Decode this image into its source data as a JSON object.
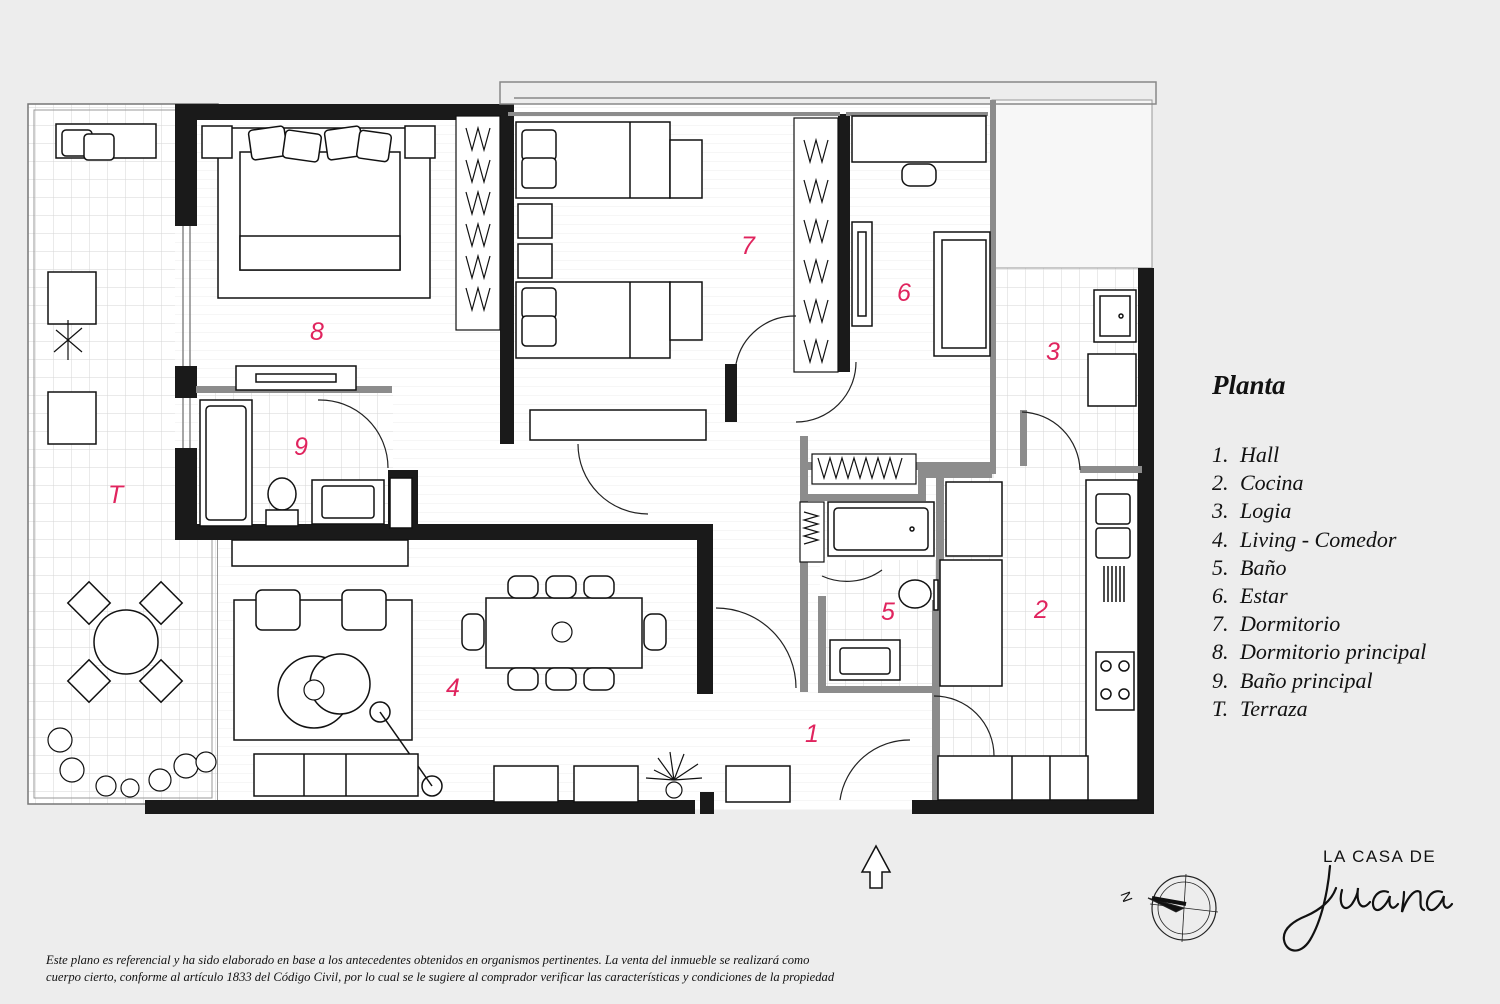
{
  "rooms": [
    {
      "id": "1",
      "label": "1"
    },
    {
      "id": "2",
      "label": "2"
    },
    {
      "id": "3",
      "label": "3"
    },
    {
      "id": "4",
      "label": "4"
    },
    {
      "id": "5",
      "label": "5"
    },
    {
      "id": "6",
      "label": "6"
    },
    {
      "id": "7",
      "label": "7"
    },
    {
      "id": "8",
      "label": "8"
    },
    {
      "id": "9",
      "label": "9"
    },
    {
      "id": "T",
      "label": "T"
    }
  ],
  "legend": {
    "title": "Planta",
    "items": [
      {
        "num": "1.",
        "name": "Hall"
      },
      {
        "num": "2.",
        "name": "Cocina"
      },
      {
        "num": "3.",
        "name": "Logia"
      },
      {
        "num": "4.",
        "name": "Living - Comedor"
      },
      {
        "num": "5.",
        "name": "Baño"
      },
      {
        "num": "6.",
        "name": "Estar"
      },
      {
        "num": "7.",
        "name": "Dormitorio"
      },
      {
        "num": "8.",
        "name": "Dormitorio principal"
      },
      {
        "num": "9.",
        "name": "Baño principal"
      },
      {
        "num": "T.",
        "name": "Terraza"
      }
    ]
  },
  "compass": {
    "label": "N"
  },
  "brand": {
    "top": "LA CASA DE",
    "script": "Juana"
  },
  "disclaimer": {
    "line1": "Este plano es referencial y ha sido elaborado en base a los antecedentes obtenidos en organismos pertinentes.  La venta del inmueble se realizará como",
    "line2": "cuerpo cierto, conforme al artículo 1833 del Código Civil, por lo cual se le sugiere al comprador verificar las características y condiciones de la propiedad"
  },
  "colors": {
    "room_label": "#e0245e",
    "wall": "#1a1a1a",
    "partition": "#8c8c8c",
    "floor": "#ffffff",
    "background": "#ededed"
  }
}
